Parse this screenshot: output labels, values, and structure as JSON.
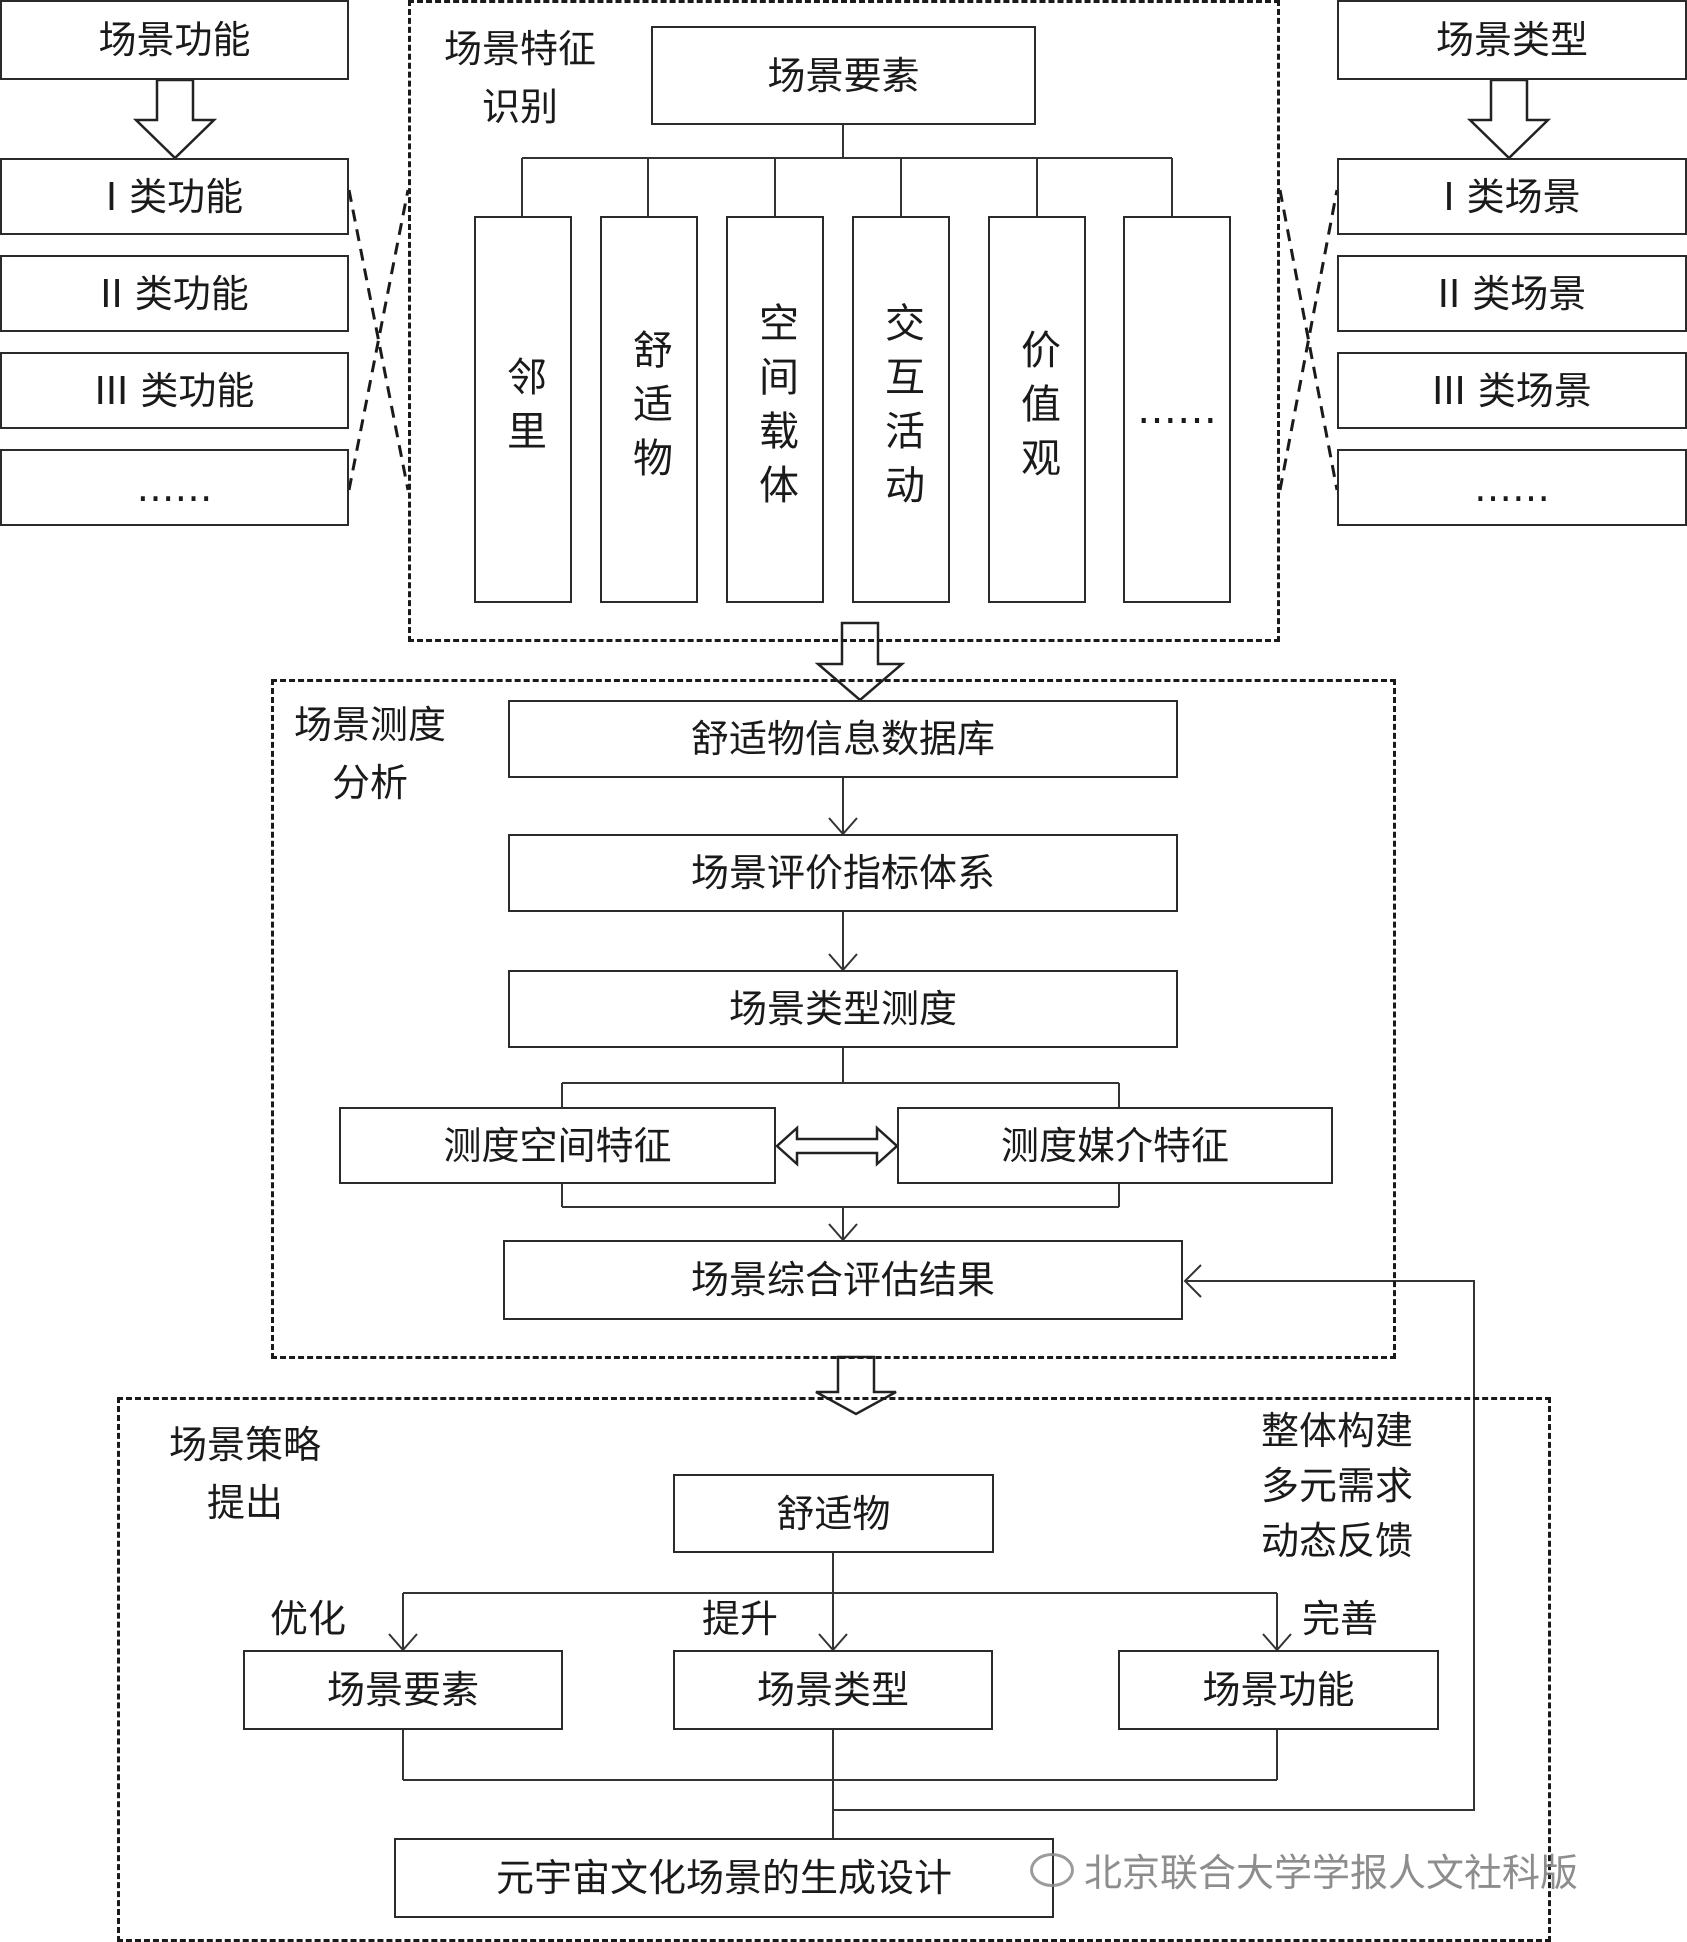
{
  "left_panel": {
    "header": "场景功能",
    "items": [
      "I 类功能",
      "II  类功能",
      "III  类功能",
      "……"
    ]
  },
  "right_panel": {
    "header": "场景类型",
    "items": [
      "I 类场景",
      "II  类场景",
      "III  类场景",
      "……"
    ]
  },
  "feature_section": {
    "title": "场景特征\n识别",
    "root": "场景要素",
    "columns": [
      "邻里",
      "舒适物",
      "空间载体",
      "交互活动",
      "价值观",
      "……"
    ]
  },
  "measure_section": {
    "title": "场景测度\n分析",
    "steps": [
      "舒适物信息数据库",
      "场景评价指标体系",
      "场景类型测度"
    ],
    "left_branch": "测度空间特征",
    "right_branch": "测度媒介特征",
    "result": "场景综合评估结果"
  },
  "strategy_section": {
    "title": "场景策略\n提出",
    "side_note": "整体构建\n多元需求\n动态反馈",
    "root": "舒适物",
    "edge_labels": [
      "优化",
      "提升",
      "完善"
    ],
    "targets": [
      "场景要素",
      "场景类型",
      "场景功能"
    ],
    "final": "元宇宙文化场景的生成设计"
  },
  "watermark": "北京联合大学学报人文社科版"
}
